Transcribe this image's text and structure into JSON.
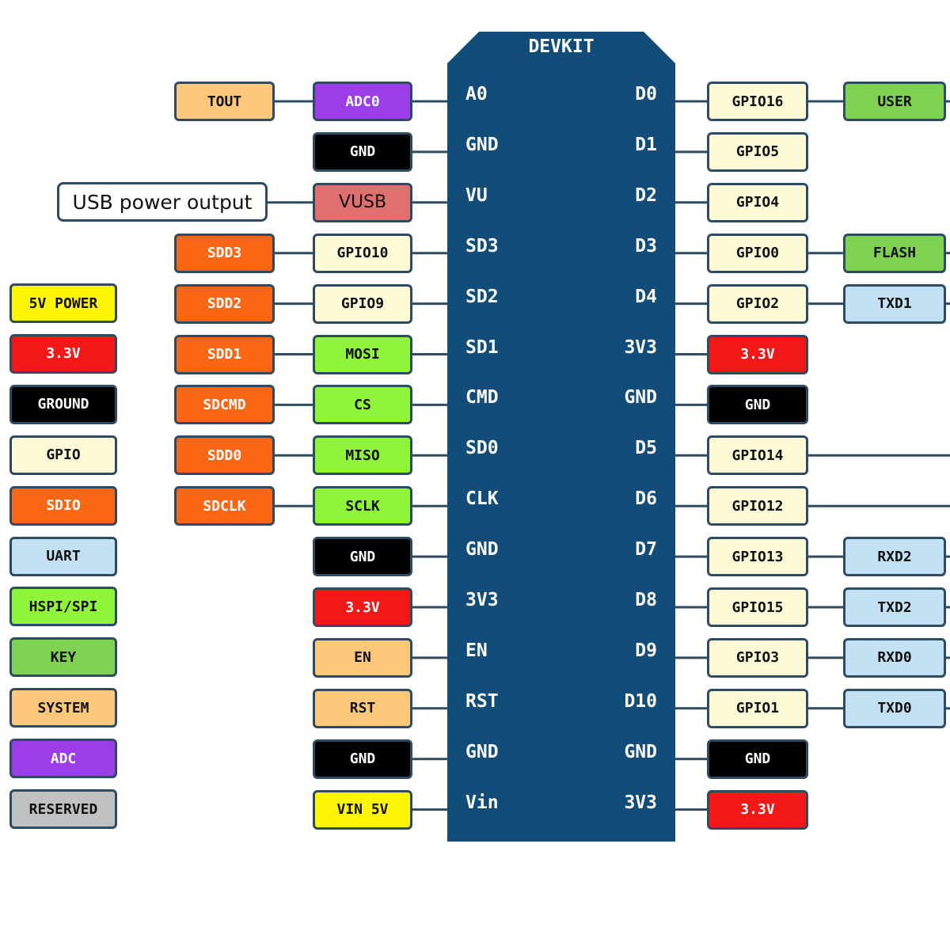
{
  "board": {
    "title": "DEVKIT",
    "color": "#124d7a"
  },
  "note": "USB power output",
  "colors": {
    "tout": "#fdc879",
    "adc": "#9c3de8",
    "gnd": "#000000",
    "vusb": "#e07070",
    "sdio": "#f96714",
    "gpio": "#fdfbd6",
    "spi": "#90f43b",
    "power": "#f31818",
    "vin": "#fef604",
    "user": "#7fd152",
    "uart": "#c2e1f4",
    "reserved": "#c1c1c1"
  },
  "left_pins": [
    {
      "pin": "A0",
      "label": "ADC0",
      "color": "adc",
      "outer": {
        "label": "TOUT",
        "color": "tout"
      }
    },
    {
      "pin": "GND",
      "label": "GND",
      "color": "gnd"
    },
    {
      "pin": "VU",
      "label": "VUSB",
      "color": "vusb",
      "note": true
    },
    {
      "pin": "SD3",
      "label": "GPIO10",
      "color": "gpio",
      "outer": {
        "label": "SDD3",
        "color": "sdio"
      }
    },
    {
      "pin": "SD2",
      "label": "GPIO9",
      "color": "gpio",
      "outer": {
        "label": "SDD2",
        "color": "sdio"
      }
    },
    {
      "pin": "SD1",
      "label": "MOSI",
      "color": "spi",
      "outer": {
        "label": "SDD1",
        "color": "sdio"
      }
    },
    {
      "pin": "CMD",
      "label": "CS",
      "color": "spi",
      "outer": {
        "label": "SDCMD",
        "color": "sdio"
      }
    },
    {
      "pin": "SD0",
      "label": "MISO",
      "color": "spi",
      "outer": {
        "label": "SDD0",
        "color": "sdio"
      }
    },
    {
      "pin": "CLK",
      "label": "SCLK",
      "color": "spi",
      "outer": {
        "label": "SDCLK",
        "color": "sdio"
      }
    },
    {
      "pin": "GND",
      "label": "GND",
      "color": "gnd"
    },
    {
      "pin": "3V3",
      "label": "3.3V",
      "color": "power"
    },
    {
      "pin": "EN",
      "label": "EN",
      "color": "tout"
    },
    {
      "pin": "RST",
      "label": "RST",
      "color": "tout"
    },
    {
      "pin": "GND",
      "label": "GND",
      "color": "gnd"
    },
    {
      "pin": "Vin",
      "label": "VIN 5V",
      "color": "vin"
    }
  ],
  "right_pins": [
    {
      "pin": "D0",
      "label": "GPIO16",
      "color": "gpio",
      "outer": {
        "label": "USER",
        "color": "user"
      }
    },
    {
      "pin": "D1",
      "label": "GPIO5",
      "color": "gpio"
    },
    {
      "pin": "D2",
      "label": "GPIO4",
      "color": "gpio"
    },
    {
      "pin": "D3",
      "label": "GPIO0",
      "color": "gpio",
      "outer": {
        "label": "FLASH",
        "color": "user"
      }
    },
    {
      "pin": "D4",
      "label": "GPIO2",
      "color": "gpio",
      "outer": {
        "label": "TXD1",
        "color": "uart"
      }
    },
    {
      "pin": "3V3",
      "label": "3.3V",
      "color": "power"
    },
    {
      "pin": "GND",
      "label": "GND",
      "color": "gnd"
    },
    {
      "pin": "D5",
      "label": "GPIO14",
      "color": "gpio",
      "line": true
    },
    {
      "pin": "D6",
      "label": "GPIO12",
      "color": "gpio",
      "line": true
    },
    {
      "pin": "D7",
      "label": "GPIO13",
      "color": "gpio",
      "outer": {
        "label": "RXD2",
        "color": "uart"
      }
    },
    {
      "pin": "D8",
      "label": "GPIO15",
      "color": "gpio",
      "outer": {
        "label": "TXD2",
        "color": "uart"
      }
    },
    {
      "pin": "D9",
      "label": "GPIO3",
      "color": "gpio",
      "outer": {
        "label": "RXD0",
        "color": "uart"
      }
    },
    {
      "pin": "D10",
      "label": "GPIO1",
      "color": "gpio",
      "outer": {
        "label": "TXD0",
        "color": "uart"
      }
    },
    {
      "pin": "GND",
      "label": "GND",
      "color": "gnd"
    },
    {
      "pin": "3V3",
      "label": "3.3V",
      "color": "power"
    }
  ],
  "legend": [
    {
      "label": "5V POWER",
      "color": "vin"
    },
    {
      "label": "3.3V",
      "color": "power"
    },
    {
      "label": "GROUND",
      "color": "gnd"
    },
    {
      "label": "GPIO",
      "color": "gpio"
    },
    {
      "label": "SDIO",
      "color": "sdio"
    },
    {
      "label": "UART",
      "color": "uart"
    },
    {
      "label": "HSPI/SPI",
      "color": "spi"
    },
    {
      "label": "KEY",
      "color": "user"
    },
    {
      "label": "SYSTEM",
      "color": "tout"
    },
    {
      "label": "ADC",
      "color": "adc"
    },
    {
      "label": "RESERVED",
      "color": "reserved"
    }
  ]
}
